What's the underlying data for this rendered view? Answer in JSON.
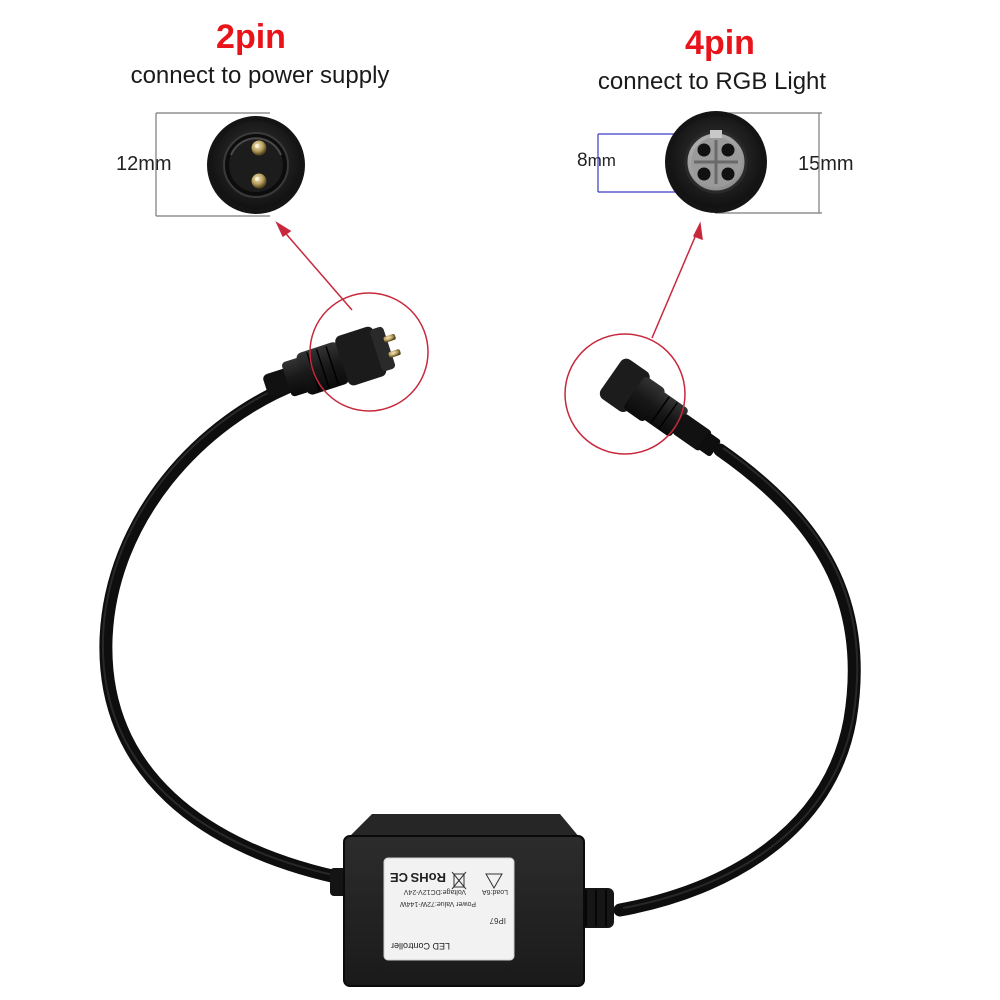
{
  "left_connector": {
    "title": "2pin",
    "subtitle": "connect to power supply",
    "diameter_value": "12",
    "diameter_unit": "mm"
  },
  "right_connector": {
    "title": "4pin",
    "subtitle": "connect to RGB Light",
    "inner_value": "8",
    "inner_unit": "mm",
    "outer_value": "15",
    "outer_unit": "mm"
  },
  "controller_label": {
    "rohs": "RoHS",
    "ce": "CE",
    "voltage": "Voltage:DC12V-24V",
    "power": "Power Value:72W-144W",
    "load": "Load:6A",
    "ip": "IP67",
    "name": "LED Controller"
  },
  "colors": {
    "title_red": "#e8141a",
    "highlight_circle": "#c8283c",
    "dimension_blue": "#3a3ac8"
  }
}
